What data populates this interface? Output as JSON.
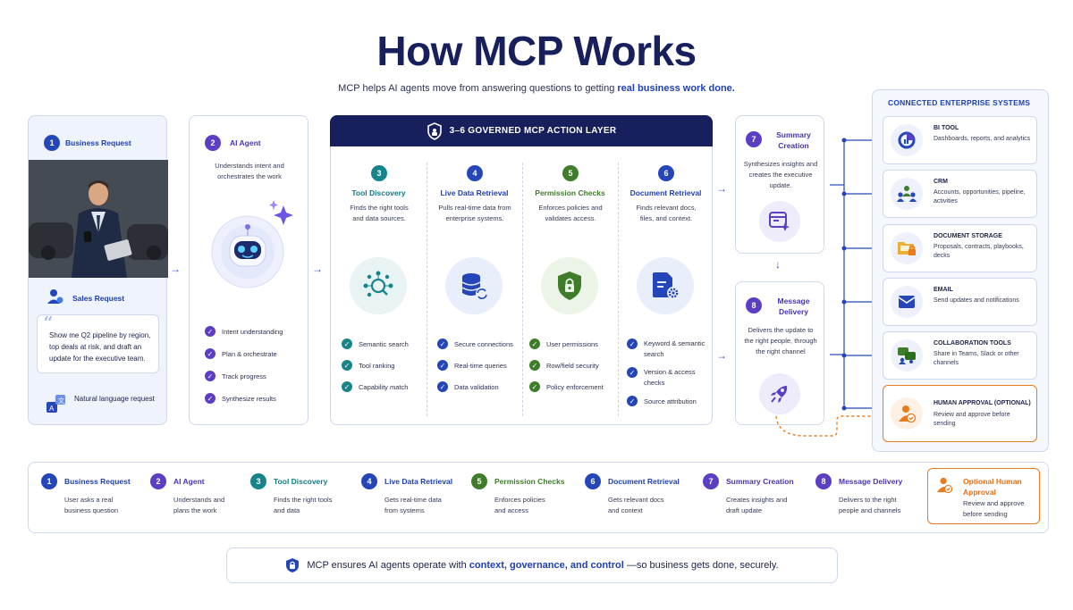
{
  "title": "How MCP Works",
  "subtitle": {
    "prefix": "MCP helps AI agents move from answering questions to getting ",
    "highlight": "real business work done."
  },
  "request": {
    "num": "1",
    "title": "Business Request",
    "sales_label": "Sales Request",
    "quote": "Show me Q2 pipeline by region, top deals at risk, and draft an update for the executive team.",
    "nl_label": "Natural language request"
  },
  "agent": {
    "num": "2",
    "title": "AI Agent",
    "desc": "Understands intent and orchestrates the work",
    "checks": [
      "Intent understanding",
      "Plan & orchestrate",
      "Track progress",
      "Synthesize results"
    ]
  },
  "layer": {
    "header": "3–6 GOVERNED MCP ACTION LAYER",
    "columns": [
      {
        "num": "3",
        "title": "Tool Discovery",
        "desc": "Finds the right tools and data sources.",
        "checks": [
          "Semantic search",
          "Tool ranking",
          "Capability match"
        ],
        "icon": "network-search-icon"
      },
      {
        "num": "4",
        "title": "Live Data Retrieval",
        "desc": "Pulls real-time data from enterprise systems.",
        "checks": [
          "Secure connections",
          "Real-time queries",
          "Data validation"
        ],
        "icon": "database-sync-icon"
      },
      {
        "num": "5",
        "title": "Permission Checks",
        "desc": "Enforces policies and validates access.",
        "checks": [
          "User permissions",
          "Row/field security",
          "Policy enforcement"
        ],
        "icon": "shield-lock-icon"
      },
      {
        "num": "6",
        "title": "Document Retrieval",
        "desc": "Finds relevant docs, files, and context.",
        "checks": [
          "Keyword & semantic search",
          "Version & access checks",
          "Source attribution"
        ],
        "icon": "document-gear-icon"
      }
    ]
  },
  "summary": {
    "num": "7",
    "title": "Summary Creation",
    "desc": "Synthesizes insights and creates the executive update."
  },
  "message": {
    "num": "8",
    "title": "Message Delivery",
    "desc": "Delivers the update to the right people, through the right channel"
  },
  "systems": {
    "header": "CONNECTED ENTERPRISE SYSTEMS",
    "items": [
      {
        "title": "BI TOOL",
        "desc": "Dashboards, reports, and analytics",
        "icon": "bi-chart-icon"
      },
      {
        "title": "CRM",
        "desc": "Accounts, opportunities, pipeline, activities",
        "icon": "crm-people-icon"
      },
      {
        "title": "DOCUMENT STORAGE",
        "desc": "Proposals, contracts, playbooks, decks",
        "icon": "folder-lock-icon"
      },
      {
        "title": "EMAIL",
        "desc": "Send updates and notifications",
        "icon": "email-icon"
      },
      {
        "title": "COLLABORATION TOOLS",
        "desc": "Share in Teams, Slack or other channels",
        "icon": "collaboration-icon"
      },
      {
        "title": "HUMAN APPROVAL (OPTIONAL)",
        "desc": "Review and approve before sending",
        "icon": "person-approval-icon"
      }
    ]
  },
  "legend": [
    {
      "num": "1",
      "title": "Business Request",
      "desc": "User asks a real business question"
    },
    {
      "num": "2",
      "title": "AI Agent",
      "desc": "Understands and plans the work"
    },
    {
      "num": "3",
      "title": "Tool Discovery",
      "desc": "Finds the right tools and data"
    },
    {
      "num": "4",
      "title": "Live Data Retrieval",
      "desc": "Gets real-time data from systems"
    },
    {
      "num": "5",
      "title": "Permission Checks",
      "desc": "Enforces policies and access"
    },
    {
      "num": "6",
      "title": "Document Retrieval",
      "desc": "Gets relevant docs and context"
    },
    {
      "num": "7",
      "title": "Summary Creation",
      "desc": "Creates insights and draft update"
    },
    {
      "num": "8",
      "title": "Message Delivery",
      "desc": "Delivers to the right people and channels"
    }
  ],
  "legend_optional": {
    "title": "Optional Human Approval",
    "desc": "Review and approve before sending"
  },
  "footer": {
    "prefix": "MCP ensures AI agents operate with ",
    "highlight": "context, governance, and control",
    "suffix": " —so business gets done, securely."
  }
}
